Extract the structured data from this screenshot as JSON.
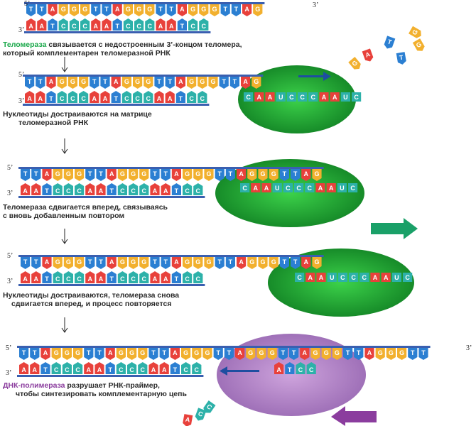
{
  "prime5": "5’",
  "prime3": "3’",
  "top_seq": [
    "T",
    "T",
    "A",
    "G",
    "G",
    "G",
    "T",
    "T",
    "A",
    "G",
    "G",
    "G",
    "T",
    "T",
    "A",
    "G",
    "G",
    "G",
    "T",
    "T",
    "A",
    "G"
  ],
  "bottom_seq": [
    "A",
    "A",
    "T",
    "C",
    "C",
    "C",
    "A",
    "A",
    "T",
    "C",
    "C",
    "C",
    "A",
    "A",
    "T",
    "C",
    "C"
  ],
  "extension_seq": [
    "G",
    "G",
    "T",
    "T",
    "A",
    "G"
  ],
  "rna_template": [
    "C",
    "A",
    "A",
    "U",
    "C",
    "C",
    "C",
    "A",
    "A",
    "U",
    "C"
  ],
  "free_nucleotides": [
    "G",
    "G",
    "T",
    "T",
    "A",
    "G"
  ],
  "primer_nucleotides": [
    "A",
    "T",
    "C",
    "C"
  ],
  "falling_nucleotides": [
    "C",
    "C",
    "A"
  ],
  "colors": {
    "A": "#e8413b",
    "T": "#2b7fd2",
    "G": "#f2b02e",
    "C": "#2db1a9",
    "U": "#2db1a9",
    "backbone": "#3a5fb0",
    "enzyme": "#1fa534",
    "polymerase": "#a86bc4",
    "arrow_green": "#1aa068",
    "arrow_purple": "#8b3d9e"
  },
  "captions": {
    "step1": {
      "highlight": "Теломераза",
      "rest": " связывается с недостроенным 3’-концом теломера,",
      "line2": "который комплементарен теломеразной РНК"
    },
    "step2": {
      "line1": "Нуклеотиды достраиваются на матрице",
      "line2": "теломеразной РНК"
    },
    "step3": {
      "line1": "Теломераза сдвигается вперед, связываясь",
      "line2": "с вновь добавленным повтором"
    },
    "step4": {
      "line1": "Нуклеотиды достраиваются, теломераза снова",
      "line2": "сдвигается вперед, и процесс повторяется"
    },
    "step5": {
      "highlight": "ДНК-полимераза",
      "rest": " разрушает РНК-праймер,",
      "line2": "чтобы синтезировать комплементарную цепь"
    }
  }
}
